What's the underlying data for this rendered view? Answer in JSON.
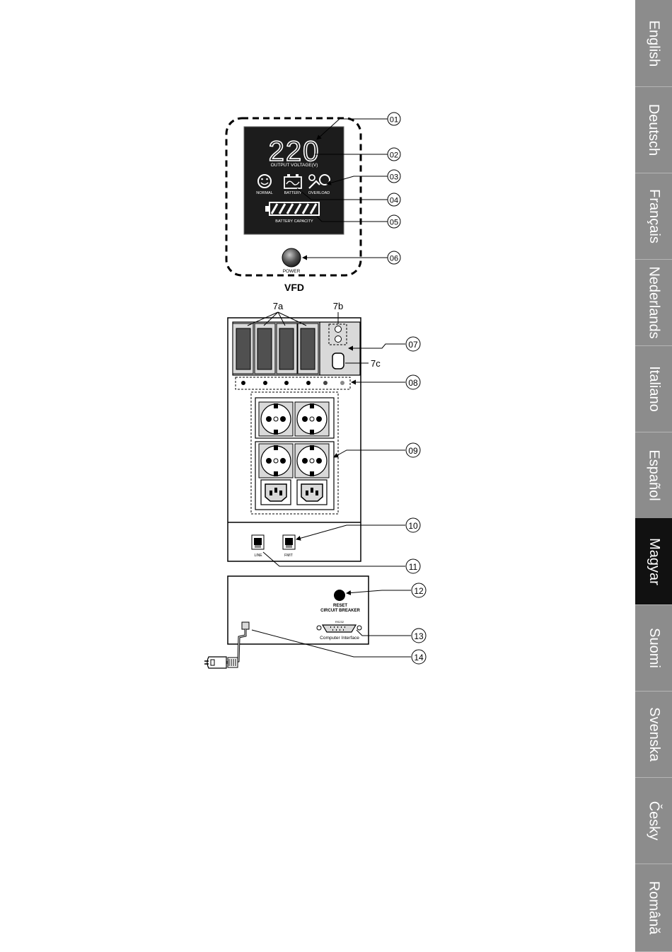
{
  "sidebar": {
    "active_tab": "Magyar",
    "tabs": [
      {
        "label": "English"
      },
      {
        "label": "Deutsch"
      },
      {
        "label": "Français"
      },
      {
        "label": "Nederlands"
      },
      {
        "label": "Italiano"
      },
      {
        "label": "Español"
      },
      {
        "label": "Magyar"
      },
      {
        "label": "Suomi"
      },
      {
        "label": "Svenska"
      },
      {
        "label": "Česky"
      },
      {
        "label": "Română"
      }
    ]
  },
  "display": {
    "voltage": "220",
    "voltage_label": "OUTPUT VOLTAGE(V)",
    "normal_label": "NORMAL",
    "battery_label": "BATTERY",
    "overload_label": "OVERLOAD",
    "capacity_label": "BATTERY CAPACITY",
    "power_label": "POWER",
    "caption": "VFD"
  },
  "front_panel": {
    "label_7a": "7a",
    "label_7b": "7b",
    "label_7c": "7c",
    "line_label": "LINE",
    "fmit_label": "FMIT"
  },
  "rear_panel": {
    "reset_label_1": "RESET",
    "reset_label_2": "CIRCUIT BREAKER",
    "rs232_label": "RS232",
    "computer_interface_label": "Computer Interface"
  },
  "callouts": {
    "c01": "01",
    "c02": "02",
    "c03": "03",
    "c04": "04",
    "c05": "05",
    "c06": "06",
    "c07": "07",
    "c08": "08",
    "c09": "09",
    "c10": "10",
    "c11": "11",
    "c12": "12",
    "c13": "13",
    "c14": "14"
  },
  "colors": {
    "sidebar_bg": "#8c8c8c",
    "sidebar_active": "#111111",
    "display_bg": "#1c1c1c",
    "panel_fill": "#d9d9d9",
    "switch_fill": "#505050"
  }
}
